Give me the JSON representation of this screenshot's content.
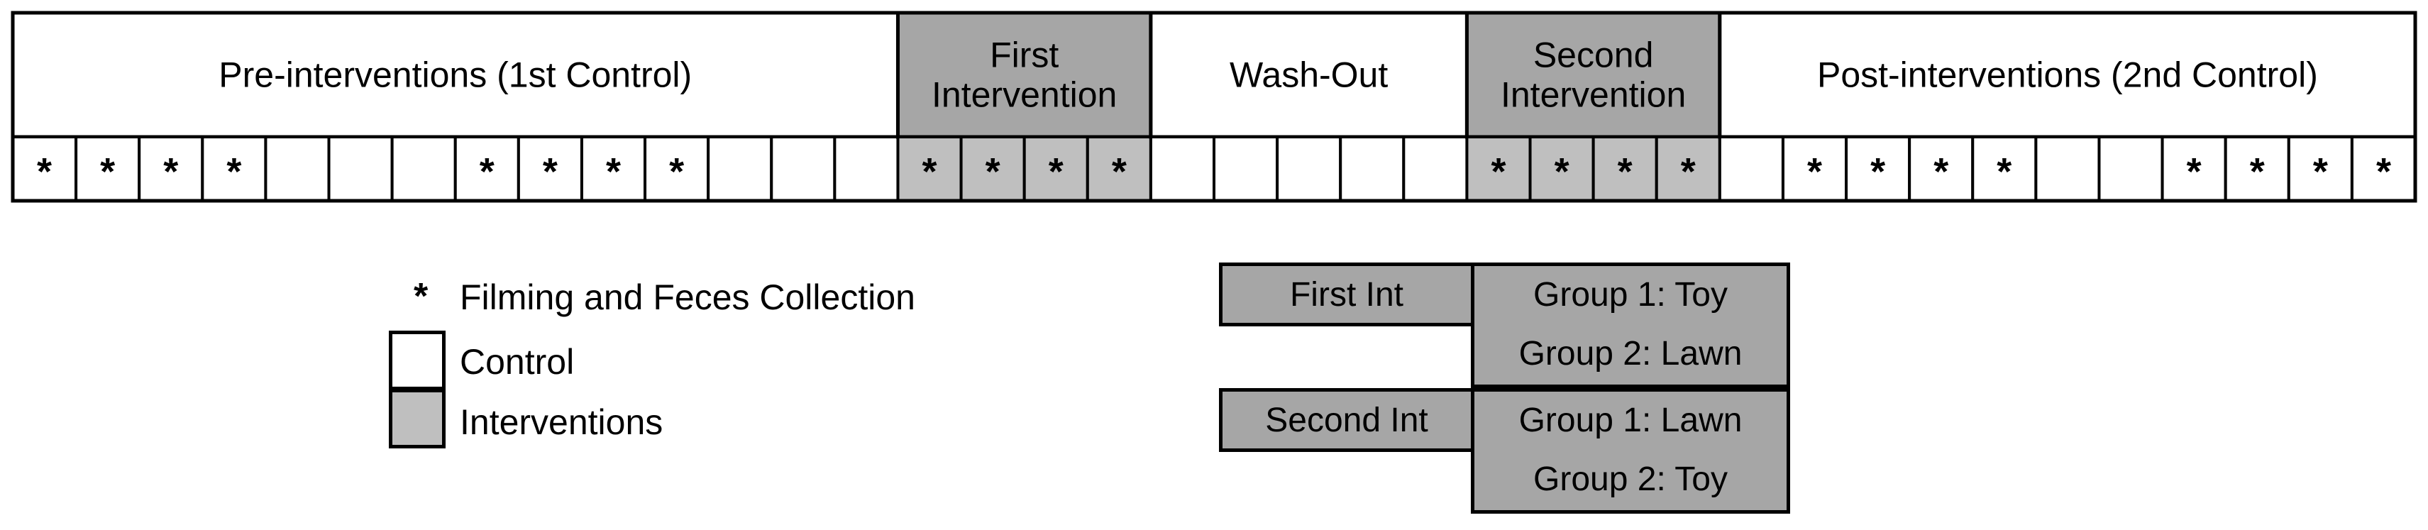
{
  "colors": {
    "control": "#ffffff",
    "intervention": "#bfbfbf",
    "header_intervention": "#a6a6a6",
    "line": "#000000"
  },
  "timeline": {
    "phases": [
      {
        "label": "Pre-interventions (1st Control)",
        "type": "control",
        "cells": [
          "*",
          "*",
          "*",
          "*",
          "",
          "",
          "",
          "*",
          "*",
          "*",
          "*",
          "",
          "",
          ""
        ]
      },
      {
        "label": "First\nIntervention",
        "type": "intervention",
        "cells": [
          "*",
          "*",
          "*",
          "*"
        ]
      },
      {
        "label": "Wash-Out",
        "type": "control",
        "cells": [
          "",
          "",
          "",
          "",
          ""
        ]
      },
      {
        "label": "Second\nIntervention",
        "type": "intervention",
        "cells": [
          "*",
          "*",
          "*",
          "*"
        ]
      },
      {
        "label": "Post-interventions (2nd Control)",
        "type": "control",
        "cells": [
          "",
          "*",
          "*",
          "*",
          "*",
          "",
          "",
          "*",
          "*",
          "*",
          "*"
        ]
      }
    ]
  },
  "legend": {
    "star_symbol": "*",
    "star_label": "Filming and Feces Collection",
    "control_label": "Control",
    "intervention_label": "Interventions"
  },
  "assignment": {
    "first_int_label": "First Int",
    "first_group1": "Group 1: Toy",
    "first_group2": "Group 2: Lawn",
    "second_int_label": "Second Int",
    "second_group1": "Group 1: Lawn",
    "second_group2": "Group 2: Toy"
  }
}
